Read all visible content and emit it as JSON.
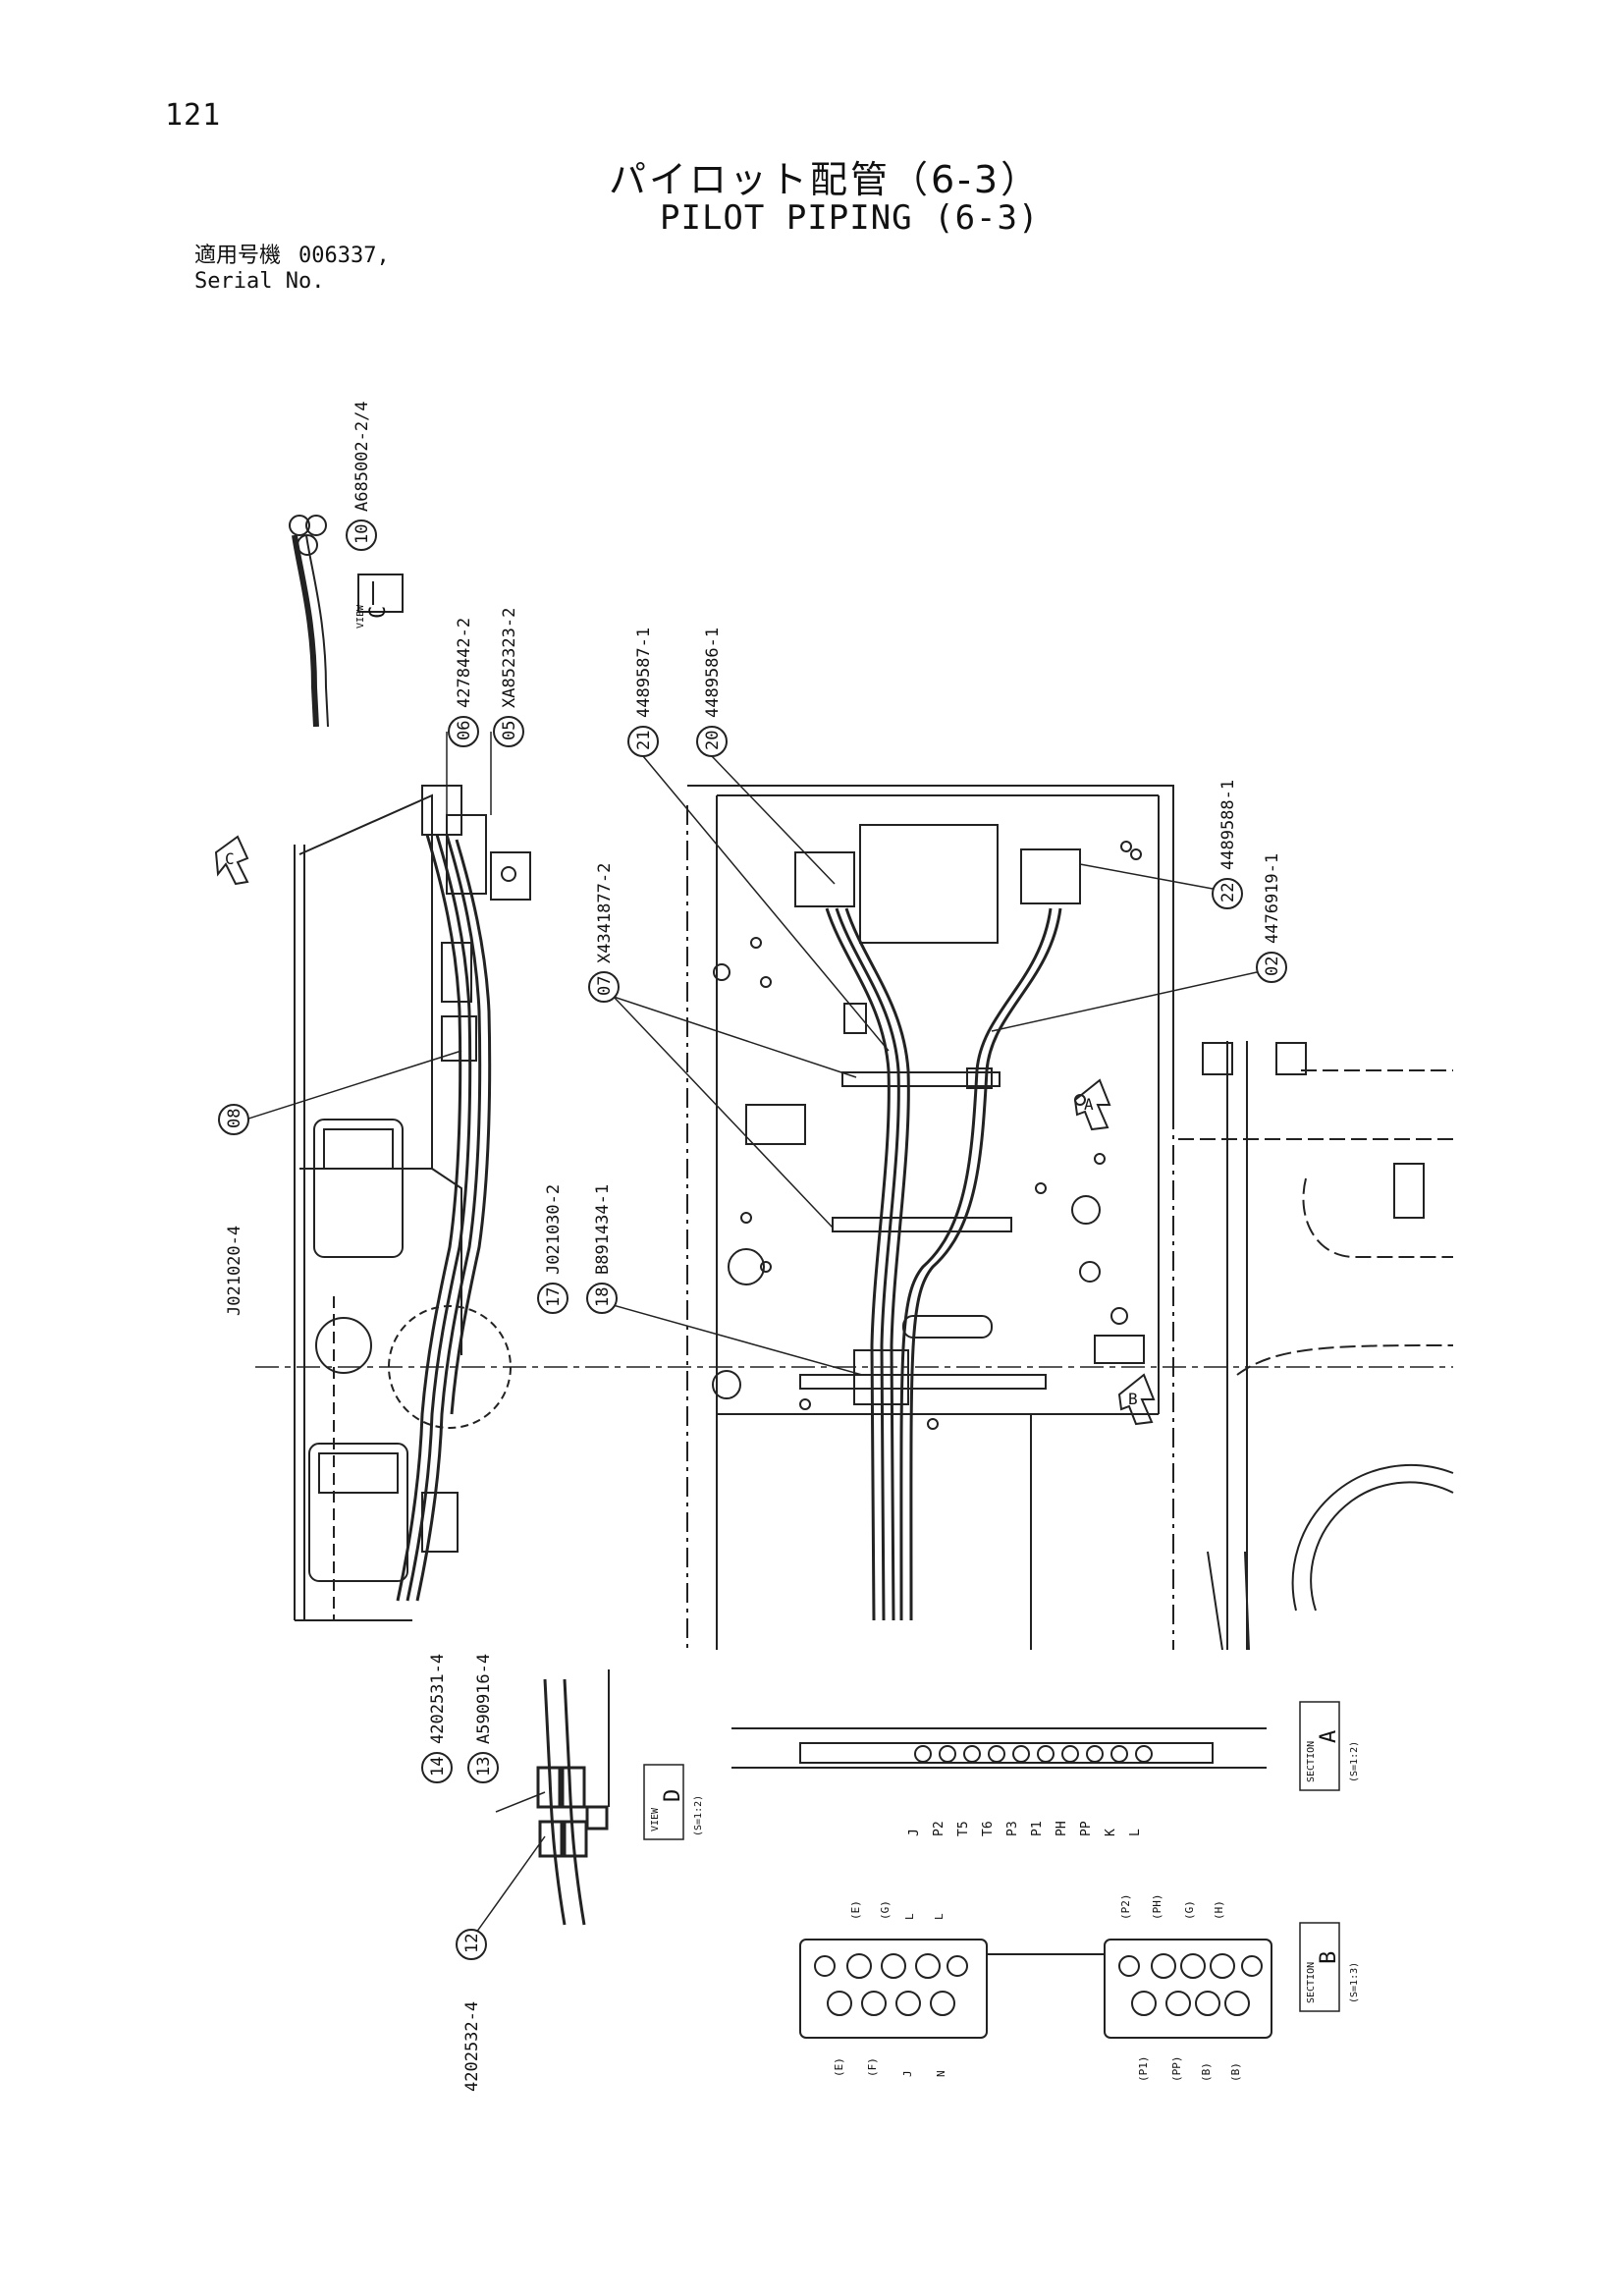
{
  "page_number": "121",
  "title_jp": "パイロット配管（6-3）",
  "title_en": "PILOT PIPING (6-3)",
  "applicable": {
    "label_jp": "適用号機",
    "label_en": "Serial No.",
    "value": "006337,"
  },
  "callouts": [
    {
      "num": "10",
      "part": "A685002-2/4"
    },
    {
      "num": "06",
      "part": "4278442-2"
    },
    {
      "num": "05",
      "part": "XA852323-2"
    },
    {
      "num": "21",
      "part": "4489587-1"
    },
    {
      "num": "20",
      "part": "4489586-1"
    },
    {
      "num": "07",
      "part": "X4341877-2"
    },
    {
      "num": "22",
      "part": "4489588-1"
    },
    {
      "num": "02",
      "part": "4476919-1"
    },
    {
      "num": "08",
      "part": "J021020-4"
    },
    {
      "num": "17",
      "part": "J021030-2"
    },
    {
      "num": "18",
      "part": "B891434-1"
    },
    {
      "num": "14",
      "part": "4202531-4"
    },
    {
      "num": "13",
      "part": "A590916-4"
    },
    {
      "num": "12",
      "part": "4202532-4"
    }
  ],
  "view_markers": [
    "C",
    "A",
    "B"
  ],
  "views": [
    {
      "name": "C",
      "label": "VIEW"
    },
    {
      "name": "D",
      "label": "VIEW",
      "scale": "(S=1:2)"
    },
    {
      "name": "A",
      "label": "SECTION",
      "scale": "(S=1:2)"
    },
    {
      "name": "B",
      "label": "SECTION",
      "scale": "(S=1:3)"
    }
  ],
  "section_a_ports": [
    "J",
    "P2",
    "T5",
    "T6",
    "P3",
    "P1",
    "PH",
    "PP",
    "K",
    "L"
  ],
  "section_b_top_left": [
    "(E)",
    "(G)",
    "L",
    "L"
  ],
  "section_b_bottom_left": [
    "(E)",
    "(F)",
    "J",
    "N"
  ],
  "section_b_top_right": [
    "(P2)",
    "(PH)",
    "(G)",
    "(H)"
  ],
  "section_b_bottom_right": [
    "(P1)",
    "(PP)",
    "(B)",
    "(B)"
  ]
}
